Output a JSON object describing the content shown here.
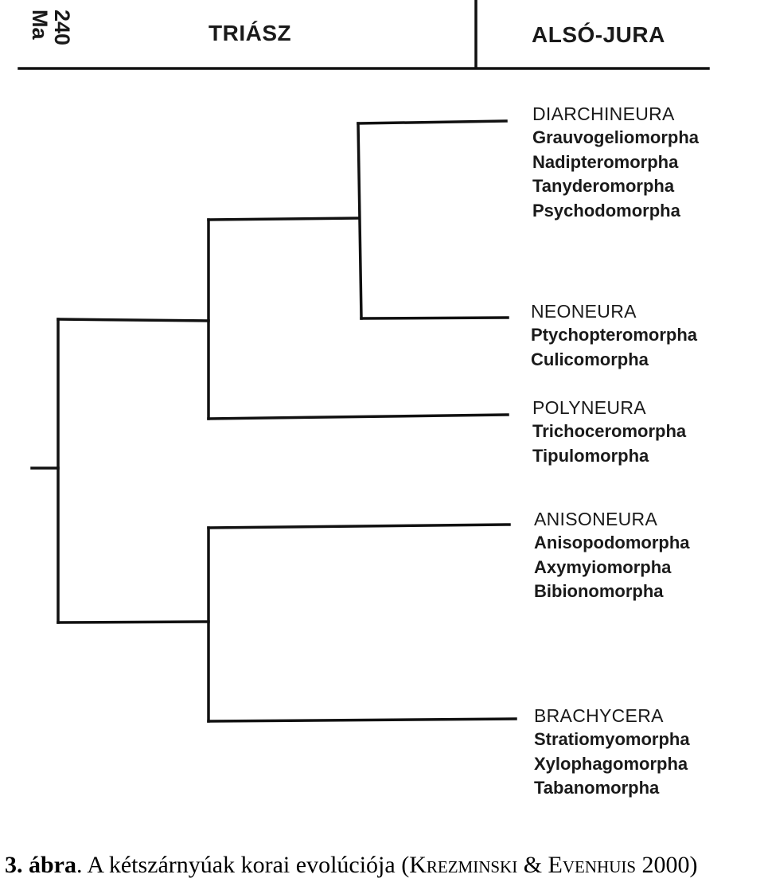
{
  "header": {
    "ma_number": "240",
    "ma_unit": "Ma",
    "periods": [
      "TRIÁSZ",
      "ALSÓ-JURA"
    ]
  },
  "clades": [
    {
      "name": "DIARCHINEURA",
      "members": [
        "Grauvogeliomorpha",
        "Nadipteromorpha",
        "Tanyderomorpha",
        "Psychodomorpha"
      ]
    },
    {
      "name": "NEONEURA",
      "members": [
        "Ptychopteromorpha",
        "Culicomorpha"
      ]
    },
    {
      "name": "POLYNEURA",
      "members": [
        "Trichoceromorpha",
        "Tipulomorpha"
      ]
    },
    {
      "name": "ANISONEURA",
      "members": [
        "Anisopodomorpha",
        "Axymyiomorpha",
        "Bibionomorpha"
      ]
    },
    {
      "name": "BRACHYCERA",
      "members": [
        "Stratiomyomorpha",
        "Xylophagomorpha",
        "Tabanomorpha"
      ]
    }
  ],
  "caption": {
    "number": "3. ábra",
    "text": ". A kétszárnyúak korai evolúciója (",
    "author_1": "Krezminski",
    "amp": " & ",
    "author_2": "Evenhuis",
    "year": " 2000)"
  }
}
